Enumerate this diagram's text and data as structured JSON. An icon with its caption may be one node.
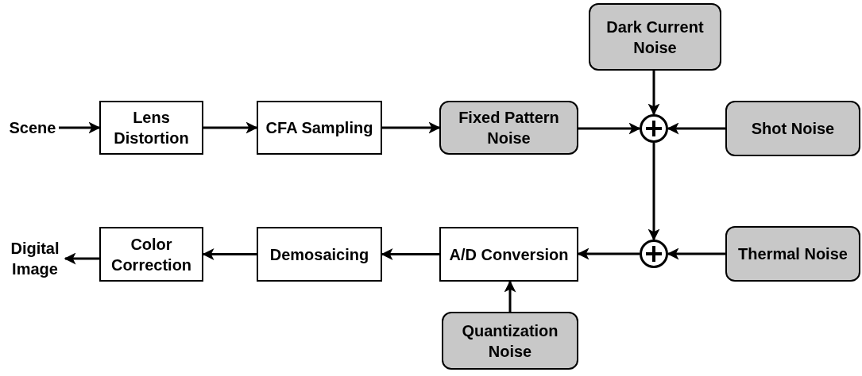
{
  "diagram": {
    "nodes": [
      {
        "text": [
          "Dark Current Noise"
        ]
      },
      {
        "text": [
          "Scene"
        ]
      },
      {
        "text": [
          "Lens Distortion"
        ]
      },
      {
        "text": [
          "CFA Sampling"
        ]
      },
      {
        "text": [
          "Fixed Pattern Noise"
        ]
      },
      {
        "text": [],
        "shape": "circle"
      },
      {
        "text": [
          "Shot Noise"
        ]
      },
      {
        "text": [
          "Digital Image"
        ]
      },
      {
        "text": [
          "Color Correction"
        ]
      },
      {
        "text": [
          "Demosaicing"
        ]
      },
      {
        "text": [
          "A/D Conversion"
        ]
      },
      {
        "text": [],
        "shape": "circle"
      },
      {
        "text": [
          "Thermal Noise"
        ]
      },
      {
        "text": [
          "Quantization Noise"
        ]
      }
    ],
    "edges": [
      {
        "from": 1,
        "to": 2,
        "arrow": "to"
      },
      {
        "from": 2,
        "to": 3,
        "arrow": "to"
      },
      {
        "from": 3,
        "to": 4,
        "arrow": "to"
      },
      {
        "from": 4,
        "to": 5,
        "arrow": "to"
      },
      {
        "from": 0,
        "to": 5,
        "arrow": "to"
      },
      {
        "from": 6,
        "to": 5,
        "arrow": "to"
      },
      {
        "from": 5,
        "to": 11,
        "arrow": "to"
      },
      {
        "from": 12,
        "to": 11,
        "arrow": "to"
      },
      {
        "from": 11,
        "to": 10,
        "arrow": "to"
      },
      {
        "from": 13,
        "to": 10,
        "arrow": "to"
      },
      {
        "from": 10,
        "to": 9,
        "arrow": "to"
      },
      {
        "from": 9,
        "to": 8,
        "arrow": "to"
      },
      {
        "from": 8,
        "to": 7,
        "arrow": "to"
      }
    ]
  }
}
